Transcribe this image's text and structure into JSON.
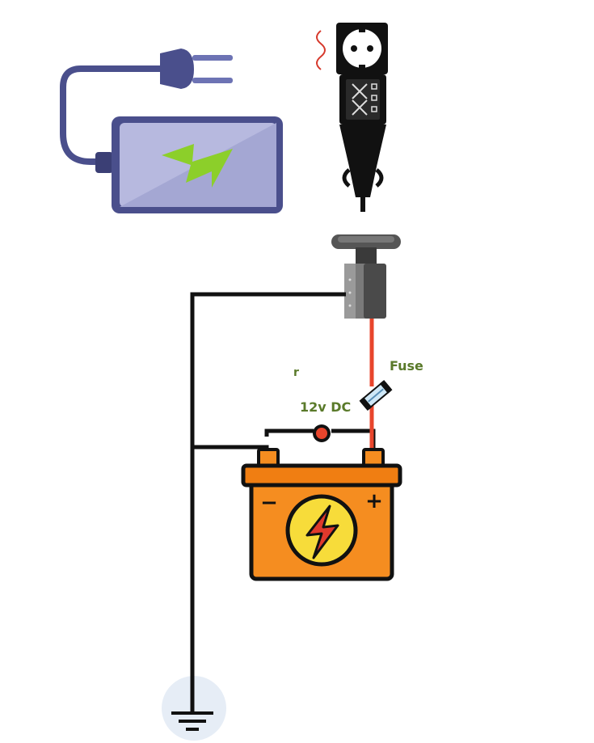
{
  "labels": {
    "fuse": "Fuse",
    "voltage": "12v DC",
    "stray": "r"
  },
  "battery": {
    "negative_sign": "−",
    "positive_sign": "+"
  },
  "colors": {
    "wire_black": "#111111",
    "wire_red": "#e8452c",
    "battery_orange": "#f58d20",
    "battery_top": "#f07e12",
    "bolt_yellow": "#f7dc3a",
    "bolt_red": "#e0392c",
    "charger_purple": "#4a4f8c",
    "charger_screen": "#b7b9df",
    "charger_bolt": "#8ccf2a",
    "ground_circle": "#e6edf6",
    "label_green": "#5a7a2a"
  },
  "icons": {
    "charger": "laptop-charger-icon",
    "plug": "wall-plug-icon",
    "socket": "wall-socket-icon",
    "adapter": "car-adapter-icon",
    "cig_socket": "cigarette-socket-icon",
    "fuse": "fuse-icon",
    "battery": "car-battery-icon",
    "ground": "ground-symbol-icon",
    "indicator": "indicator-led-icon",
    "heat": "heat-wave-icon"
  }
}
